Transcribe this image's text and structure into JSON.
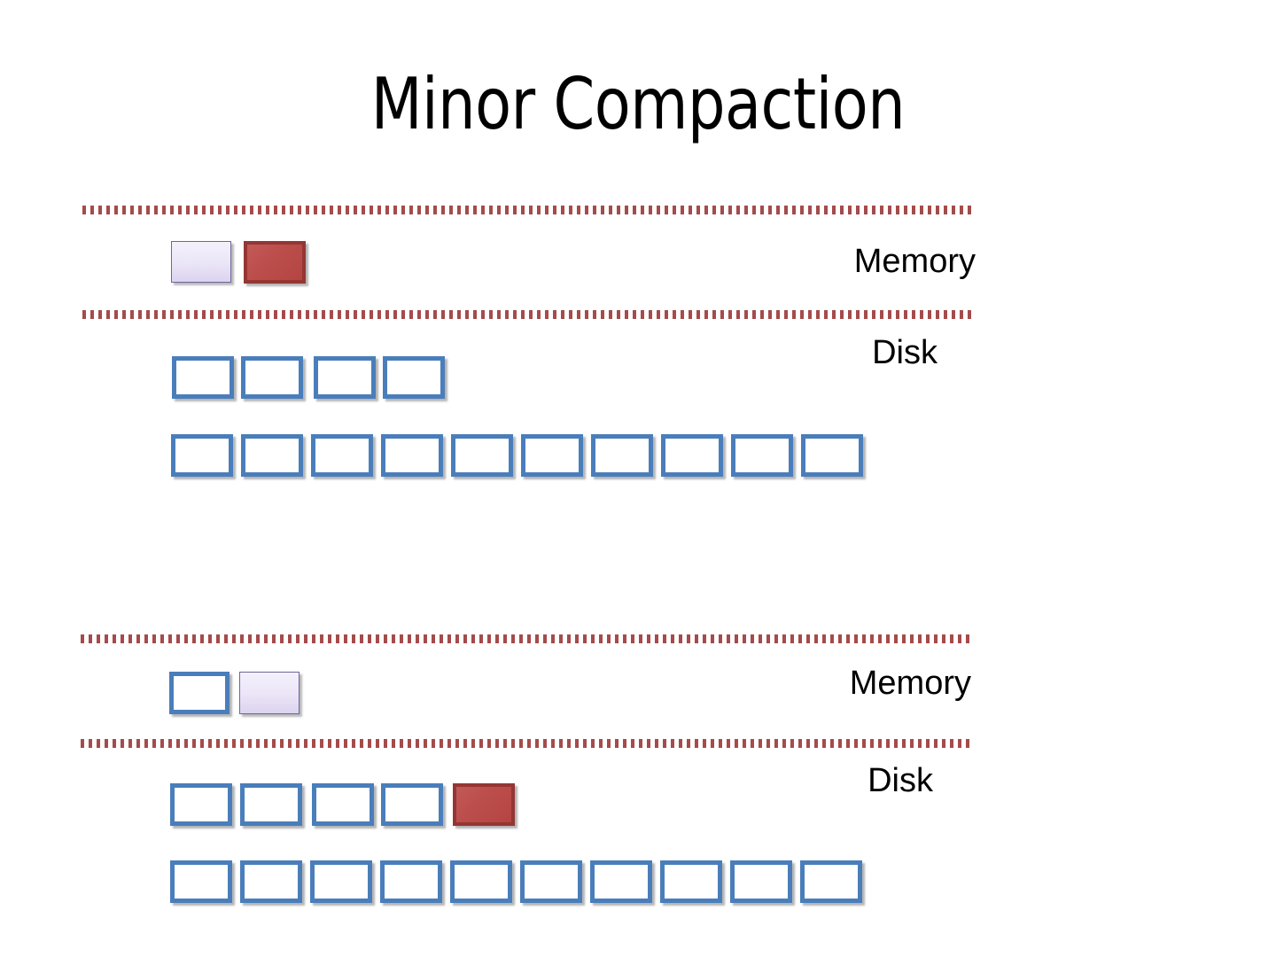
{
  "slide": {
    "title": "Minor Compaction",
    "background_color": "#FFFFFF"
  },
  "colors": {
    "blue_border": "#4A7EBB",
    "red_fill": "#BF4B4B",
    "red_border": "#943634",
    "lavender_fill": "#E7E0F5",
    "lavender_border": "#6F6698",
    "dotted_line": "#A54B4B",
    "text": "#000000"
  },
  "sections": [
    {
      "id": "before",
      "memory": {
        "label": "Memory",
        "boxes": [
          {
            "kind": "lavender"
          },
          {
            "kind": "red"
          }
        ]
      },
      "disk": {
        "label": "Disk",
        "rows": [
          {
            "boxes": [
              {
                "kind": "blue"
              },
              {
                "kind": "blue"
              },
              {
                "kind": "blue"
              },
              {
                "kind": "blue"
              }
            ]
          },
          {
            "boxes": [
              {
                "kind": "blue"
              },
              {
                "kind": "blue"
              },
              {
                "kind": "blue"
              },
              {
                "kind": "blue"
              },
              {
                "kind": "blue"
              },
              {
                "kind": "blue"
              },
              {
                "kind": "blue"
              },
              {
                "kind": "blue"
              },
              {
                "kind": "blue"
              },
              {
                "kind": "blue"
              }
            ]
          }
        ]
      }
    },
    {
      "id": "after",
      "memory": {
        "label": "Memory",
        "boxes": [
          {
            "kind": "blue"
          },
          {
            "kind": "lavender"
          }
        ]
      },
      "disk": {
        "label": "Disk",
        "rows": [
          {
            "boxes": [
              {
                "kind": "blue"
              },
              {
                "kind": "blue"
              },
              {
                "kind": "blue"
              },
              {
                "kind": "blue"
              },
              {
                "kind": "red"
              }
            ]
          },
          {
            "boxes": [
              {
                "kind": "blue"
              },
              {
                "kind": "blue"
              },
              {
                "kind": "blue"
              },
              {
                "kind": "blue"
              },
              {
                "kind": "blue"
              },
              {
                "kind": "blue"
              },
              {
                "kind": "blue"
              },
              {
                "kind": "blue"
              },
              {
                "kind": "blue"
              },
              {
                "kind": "blue"
              }
            ]
          }
        ]
      }
    }
  ]
}
